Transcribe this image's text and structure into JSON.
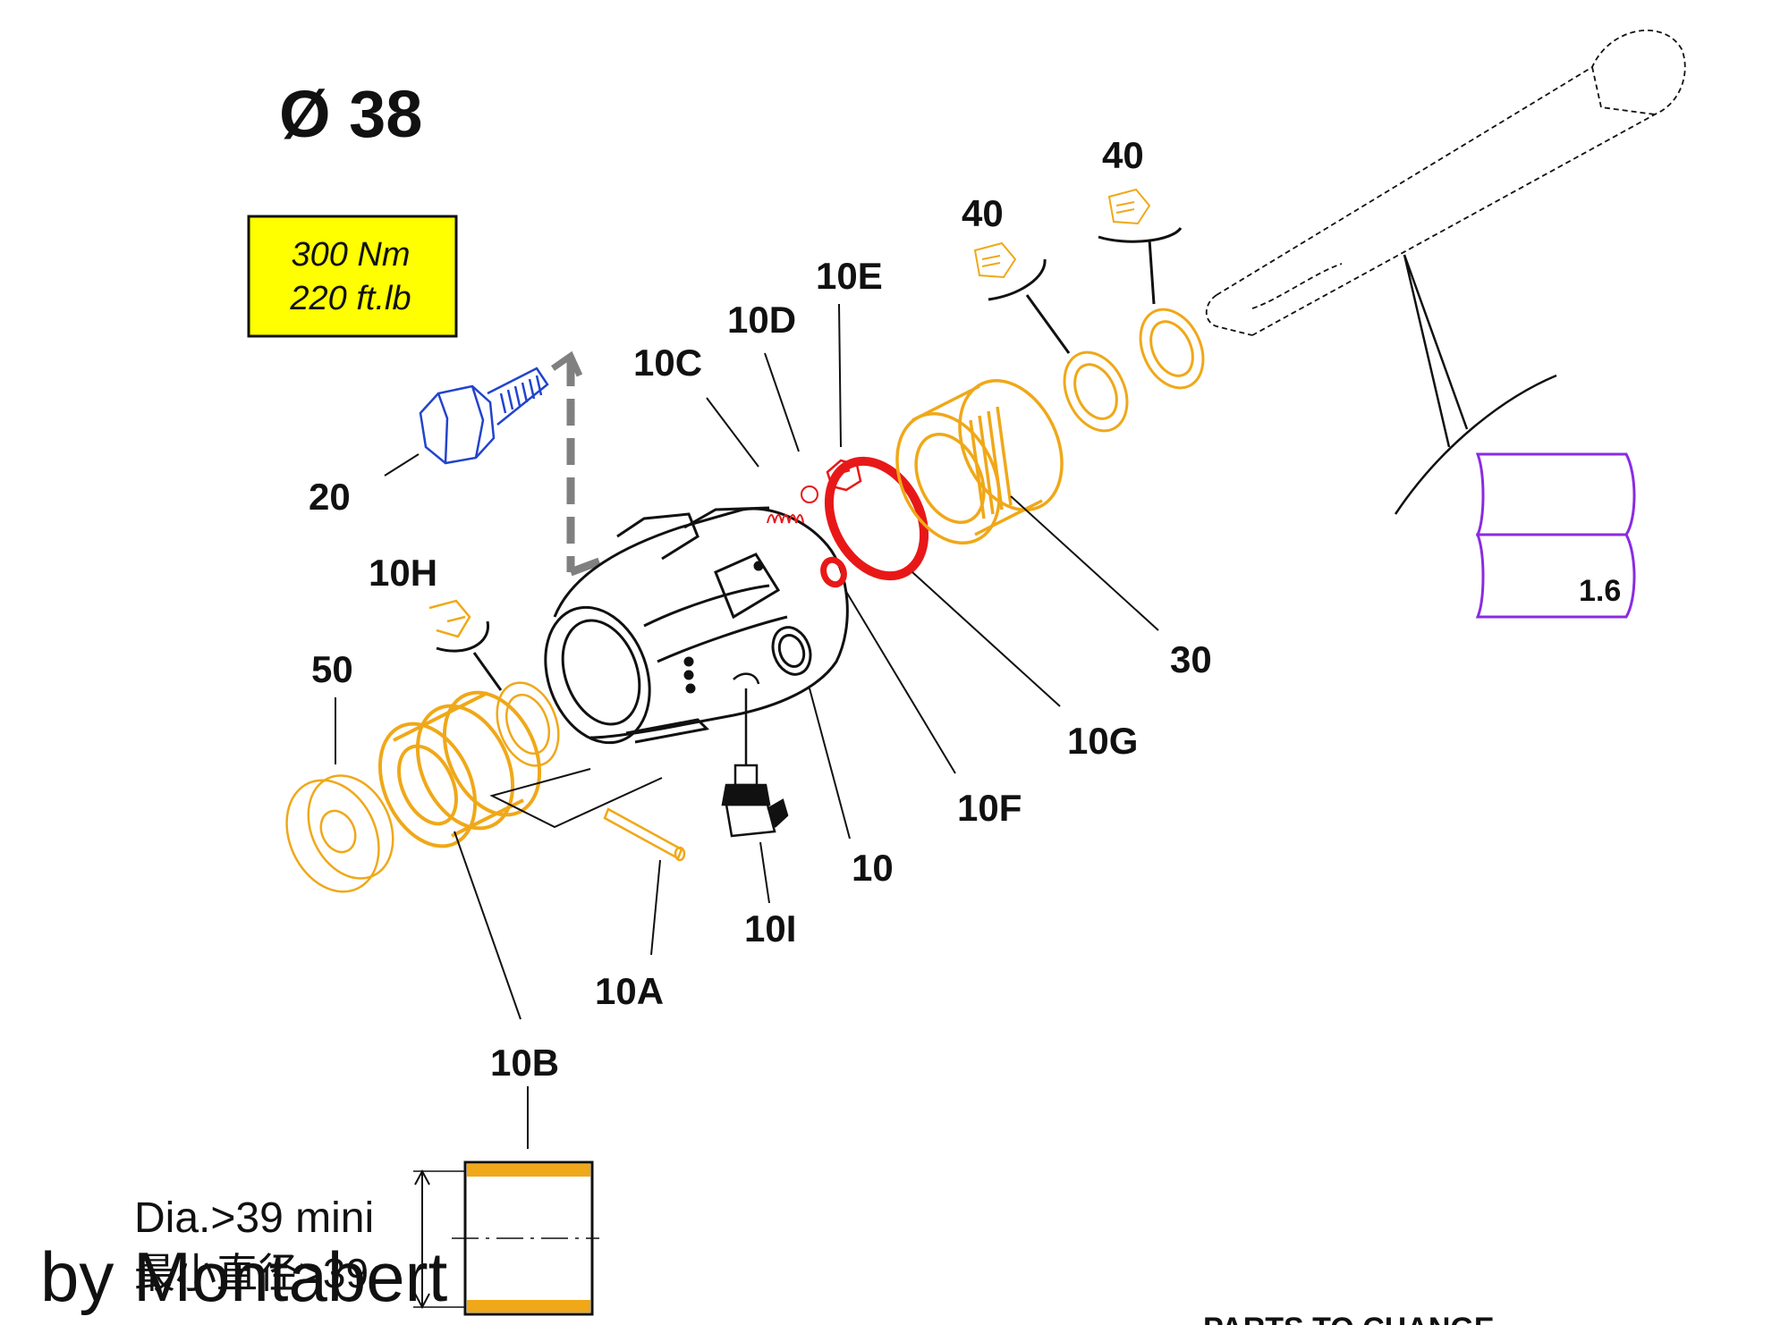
{
  "title": "Ø 38",
  "torque": {
    "line1": "300 Nm",
    "line2": "220 ft.lb"
  },
  "labels": {
    "l20": "20",
    "l10h": "10H",
    "l50": "50",
    "l10b": "10B",
    "l10a": "10A",
    "l10i": "10I",
    "l10": "10",
    "l10f": "10F",
    "l10g": "10G",
    "l30": "30",
    "l10c": "10C",
    "l10d": "10D",
    "l10e": "10E",
    "l40a": "40",
    "l40b": "40"
  },
  "reference": "1.6",
  "spec": {
    "line1": "Dia.>39 mini",
    "line2": "最小直径>39"
  },
  "watermark": "by Montabert",
  "footer": "PARTS TO CHANGE",
  "colors": {
    "yellow_parts": "#f0a818",
    "red_parts": "#e81818",
    "blue_part": "#2244cc",
    "purple_ref": "#8a2be2",
    "torque_box": "#ffff00",
    "body": "#111111"
  }
}
